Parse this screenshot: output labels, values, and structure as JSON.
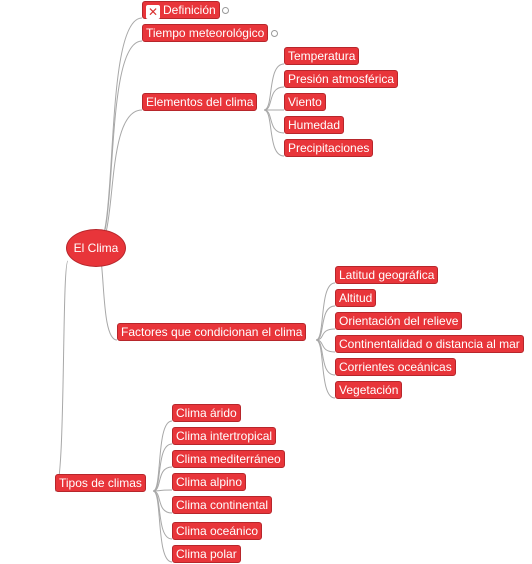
{
  "root": {
    "label": "El Clima"
  },
  "topics": [
    {
      "label": "Definición",
      "icon": "x-icon"
    },
    {
      "label": "Tiempo meteorológico"
    },
    {
      "label": "Elementos del clima",
      "children": [
        "Temperatura",
        "Presión atmosférica",
        "Viento",
        "Humedad",
        "Precipitaciones"
      ]
    },
    {
      "label": "Factores que condicionan el clima",
      "children": [
        "Latitud geográfica",
        "Altitud",
        "Orientación del relieve",
        "Continentalidad o distancia al mar",
        "Corrientes oceánicas",
        "Vegetación"
      ]
    },
    {
      "label": "Tipos de climas",
      "children": [
        "Clima árido",
        "Clima intertropical",
        "Clima mediterráneo",
        "Clima alpino",
        "Clima continental",
        "Clima oceánico",
        "Clima polar"
      ]
    }
  ],
  "colors": {
    "node_fill": "#e8353a",
    "node_border": "#b7262b",
    "link": "#a8a8a8"
  }
}
